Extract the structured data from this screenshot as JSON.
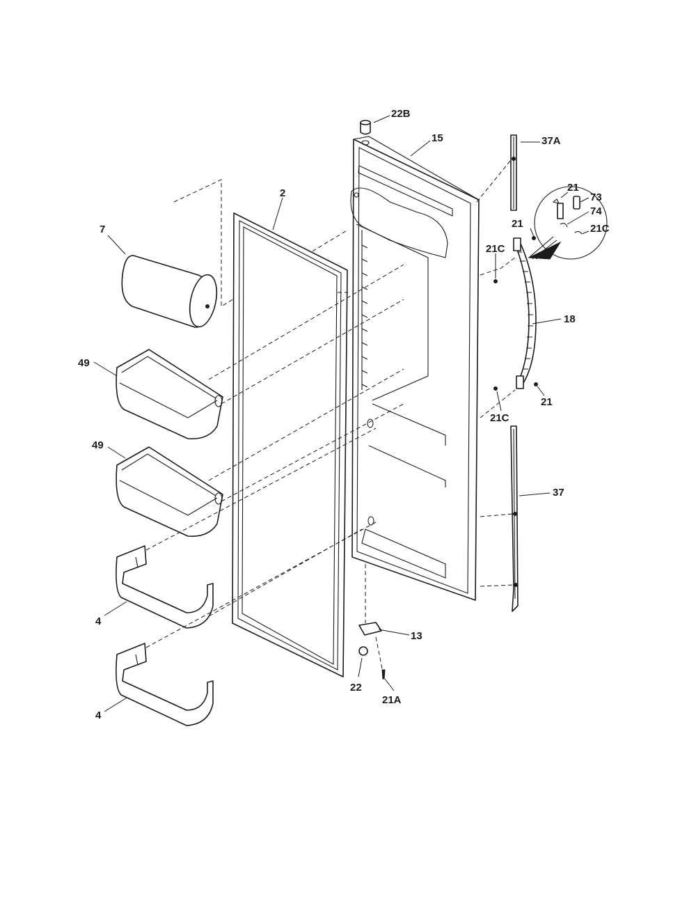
{
  "callouts": {
    "c22B": "22B",
    "c15": "15",
    "c37A": "37A",
    "c2": "2",
    "c7": "7",
    "c21_top": "21",
    "c73": "73",
    "c74": "74",
    "c21C_inset": "21C",
    "c21_mid": "21",
    "c21C_upper": "21C",
    "c18": "18",
    "c49_upper": "49",
    "c21_lower": "21",
    "c21C_lower": "21C",
    "c49_lower": "49",
    "c37": "37",
    "c4_upper": "4",
    "c13": "13",
    "c22": "22",
    "c21A": "21A",
    "c4_lower": "4"
  }
}
